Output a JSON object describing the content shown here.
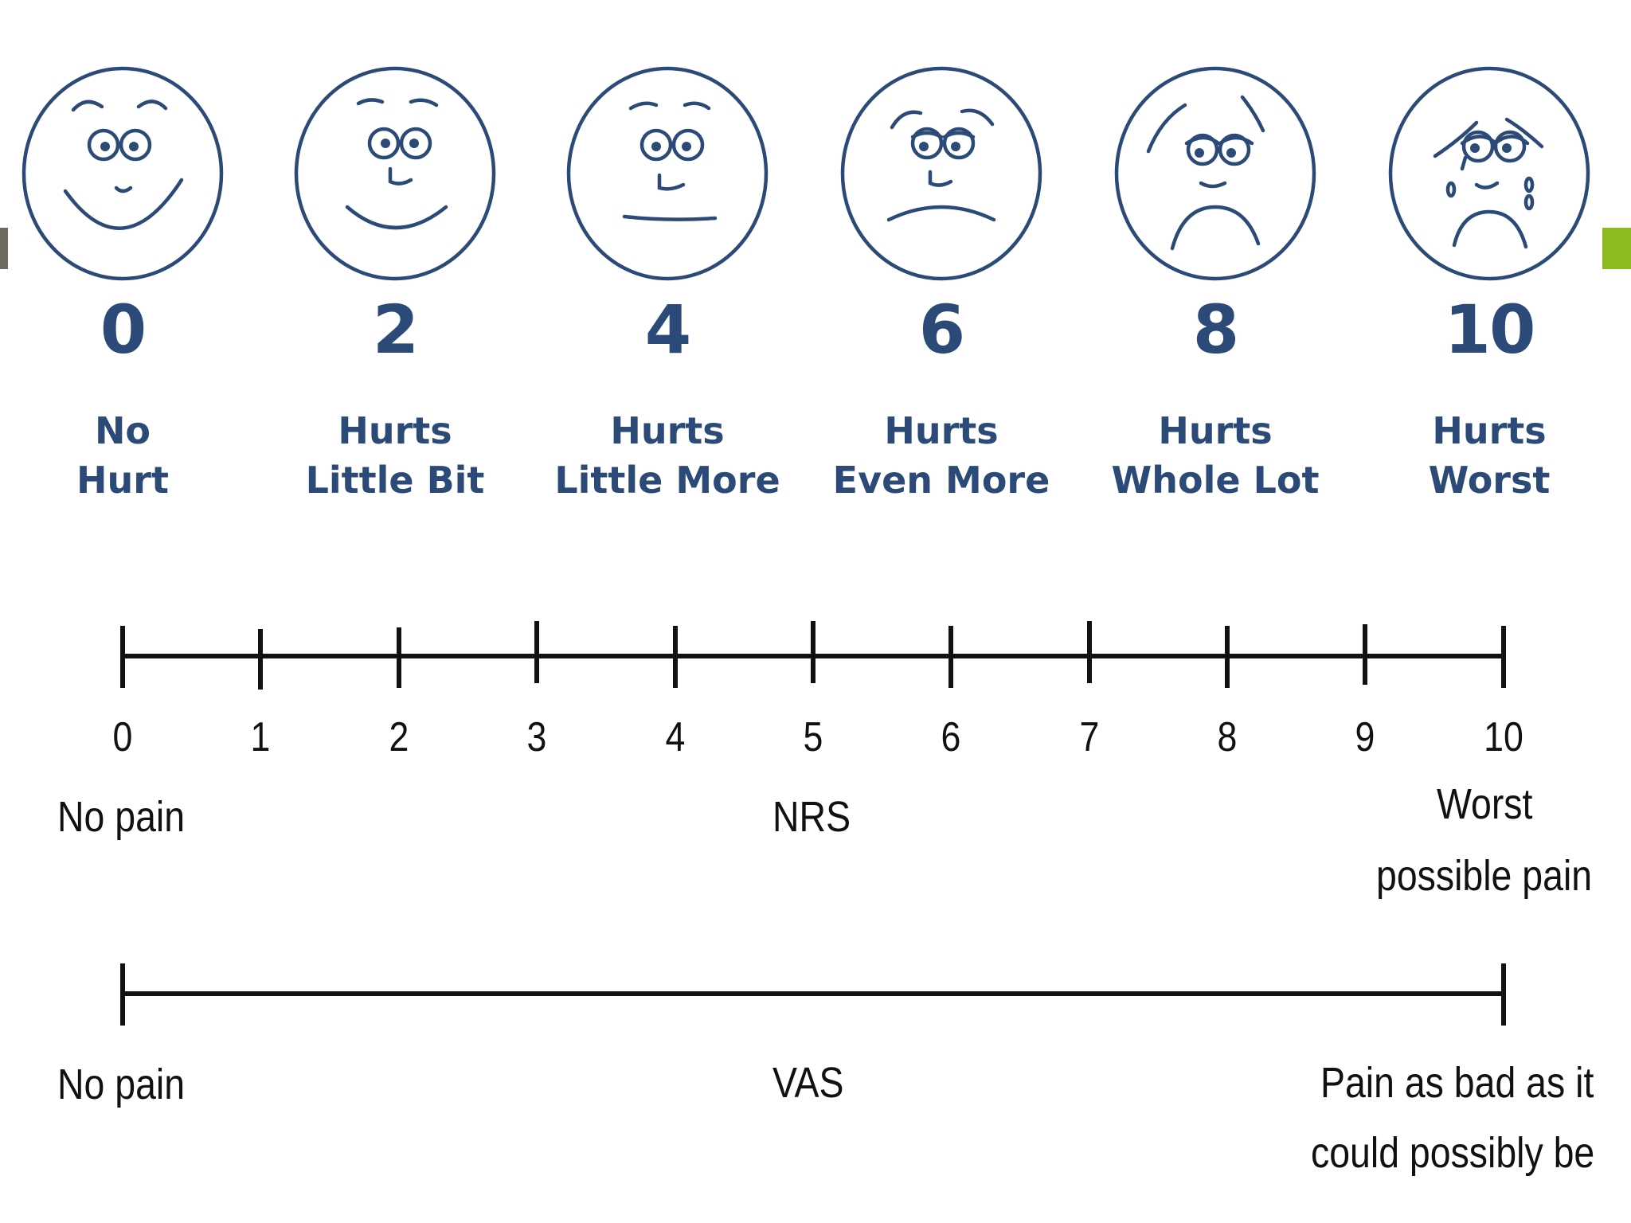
{
  "accents": {
    "left_color": "#6d6b60",
    "right_color": "#8dbb1f"
  },
  "face_scale": {
    "color": "#2b4a78",
    "faces": [
      {
        "number": "0",
        "line1": "No",
        "line2": "Hurt",
        "expression": "very-happy"
      },
      {
        "number": "2",
        "line1": "Hurts",
        "line2": "Little Bit",
        "expression": "happy"
      },
      {
        "number": "4",
        "line1": "Hurts",
        "line2": "Little More",
        "expression": "neutral"
      },
      {
        "number": "6",
        "line1": "Hurts",
        "line2": "Even More",
        "expression": "sad"
      },
      {
        "number": "8",
        "line1": "Hurts",
        "line2": "Whole Lot",
        "expression": "very-sad"
      },
      {
        "number": "10",
        "line1": "Hurts",
        "line2": "Worst",
        "expression": "crying"
      }
    ]
  },
  "nrs": {
    "ticks": [
      "0",
      "1",
      "2",
      "3",
      "4",
      "5",
      "6",
      "7",
      "8",
      "9",
      "10"
    ],
    "left_label": "No pain",
    "center_label": "NRS",
    "right_label_line1": "Worst",
    "right_label_line2": "possible pain"
  },
  "vas": {
    "left_label": "No pain",
    "center_label": "VAS",
    "right_label_line1": "Pain as bad as it",
    "right_label_line2": "could possibly be"
  }
}
